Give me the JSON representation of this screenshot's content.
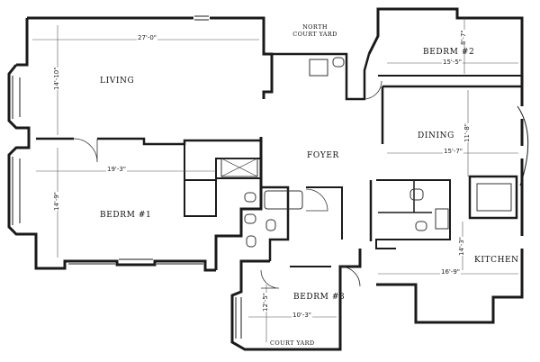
{
  "rooms": {
    "living": "LIVING",
    "bedroom1": "BEDRM #1",
    "bedroom2": "BEDRM #2",
    "bedroom3": "BEDRM #3",
    "foyer": "FOYER",
    "dining": "DINING",
    "kitchen": "KITCHEN"
  },
  "areas": {
    "north_court_yard_line1": "NORTH",
    "north_court_yard_line2": "COURT YARD",
    "court_yard": "COURT YARD"
  },
  "dimensions": {
    "living_width": "27'-0\"",
    "living_depth": "14'-10\"",
    "bedroom1_width": "19'-3\"",
    "bedroom1_depth": "14'-9\"",
    "bedroom2_width": "15'-5\"",
    "bedroom2_depth": "8'-7\"",
    "dining_width": "15'-7\"",
    "dining_depth": "11'-8\"",
    "kitchen_width": "16'-9\"",
    "kitchen_depth": "14'-3\"",
    "bedroom3_width": "10'-3\"",
    "bedroom3_depth": "12'-5\""
  },
  "colors": {
    "wall": "#1a1a1a",
    "fixture": "#333333",
    "dim_line": "#555555"
  }
}
